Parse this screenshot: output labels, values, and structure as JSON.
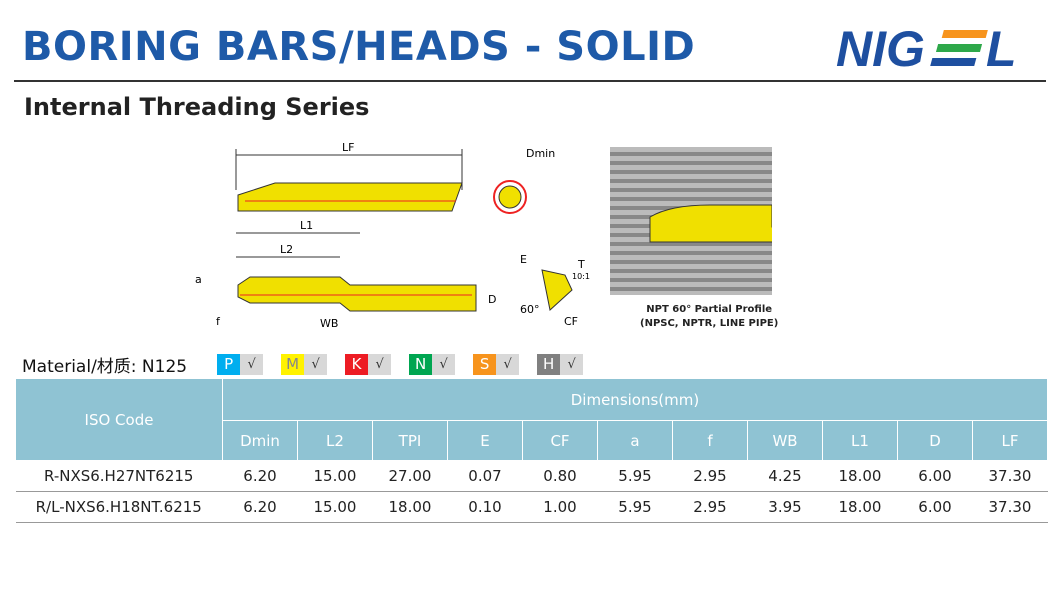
{
  "header": {
    "title": "BORING BARS/HEADS - SOLID",
    "subtitle": "Internal Threading Series",
    "logo": "NIGEL"
  },
  "diagram": {
    "labels": {
      "lf": "LF",
      "l1": "L1",
      "l2": "L2",
      "dmin": "Dmin",
      "a": "a",
      "f": "f",
      "wb": "WB",
      "d": "D",
      "e": "E",
      "t": "T",
      "ratio": "10:1",
      "angle": "60°",
      "cf": "CF"
    }
  },
  "photo": {
    "caption_line1": "NPT 60° Partial Profile",
    "caption_line2": "(NPSC, NPTR, LINE PIPE)"
  },
  "material": {
    "label": "Material/材质:  N125",
    "grades": [
      {
        "letter": "P",
        "check": "√",
        "color": "#00aeef"
      },
      {
        "letter": "M",
        "check": "√",
        "color": "#fff200"
      },
      {
        "letter": "K",
        "check": "√",
        "color": "#ed1c24"
      },
      {
        "letter": "N",
        "check": "√",
        "color": "#00a651"
      },
      {
        "letter": "S",
        "check": "√",
        "color": "#f7941d"
      },
      {
        "letter": "H",
        "check": "√",
        "color": "#808080"
      }
    ]
  },
  "table": {
    "iso_header": "ISO Code",
    "group_header": "Dimensions(mm)",
    "columns": [
      "Dmin",
      "L2",
      "TPI",
      "E",
      "CF",
      "a",
      "f",
      "WB",
      "L1",
      "D",
      "LF"
    ],
    "rows": [
      [
        "R-NXS6.H27NT6215",
        "6.20",
        "15.00",
        "27.00",
        "0.07",
        "0.80",
        "5.95",
        "2.95",
        "4.25",
        "18.00",
        "6.00",
        "37.30"
      ],
      [
        "R/L-NXS6.H18NT.6215",
        "6.20",
        "15.00",
        "18.00",
        "0.10",
        "1.00",
        "5.95",
        "2.95",
        "3.95",
        "18.00",
        "6.00",
        "37.30"
      ]
    ]
  }
}
